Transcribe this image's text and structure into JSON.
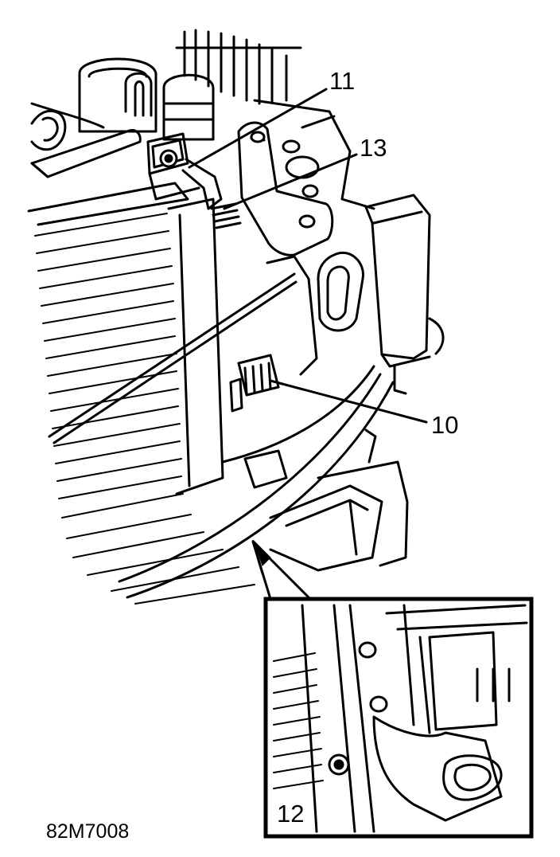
{
  "diagram": {
    "figure_id": "82M7008",
    "callouts": {
      "c10": "10",
      "c11": "11",
      "c12": "12",
      "c13": "13"
    }
  }
}
